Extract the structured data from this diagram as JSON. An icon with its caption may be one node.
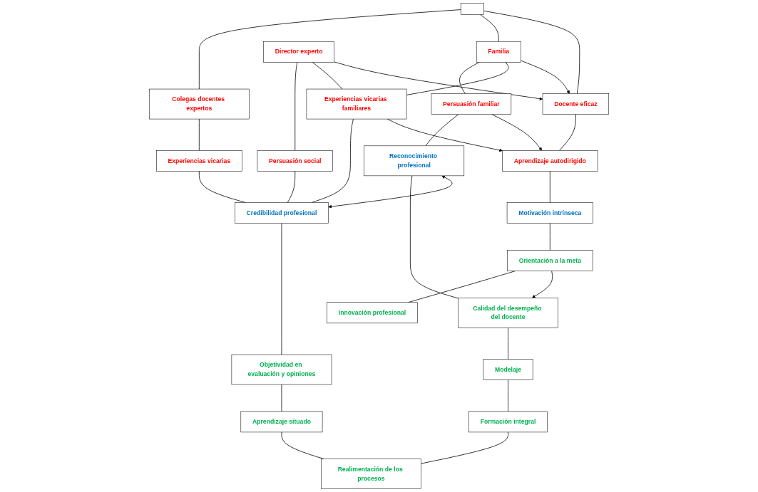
{
  "diagram": {
    "nodes": [
      {
        "text": [],
        "shape": "box"
      },
      {
        "text": [
          "Docente eficaz"
        ]
      },
      {
        "text": [
          "Familia"
        ]
      },
      {
        "text": [
          "Director experto"
        ]
      },
      {
        "text": [
          "Colegas docentes expertos"
        ]
      },
      {
        "text": [
          "Aprendizaje autodirigido"
        ]
      },
      {
        "text": [
          "Persuasión familiar"
        ]
      },
      {
        "text": [
          "Experiencias vicarias familiares"
        ]
      },
      {
        "text": [
          "Persuasión social"
        ]
      },
      {
        "text": [
          "Experiencias vicarias"
        ]
      },
      {
        "text": [
          "Motivación intrínseca"
        ]
      },
      {
        "text": [
          "Reconocimiento profesional"
        ]
      },
      {
        "text": [
          "Credibilidad profesional"
        ]
      },
      {
        "text": [
          "Orientación a la meta"
        ]
      },
      {
        "text": [
          "Calidad del desempeño del docente"
        ]
      },
      {
        "text": [
          "Objetividad en evaluación y opiniones"
        ]
      },
      {
        "text": [
          "Innovación profesional"
        ]
      },
      {
        "text": [
          "Modelaje"
        ]
      },
      {
        "text": [
          "Aprendizaje situado"
        ]
      },
      {
        "text": [
          "Formación integral"
        ]
      },
      {
        "text": [
          "Realimentación de los procesos"
        ]
      }
    ],
    "edges": [
      {
        "from": 0,
        "to": 1,
        "arrow": "none"
      },
      {
        "from": 0,
        "to": 2,
        "arrow": "none"
      },
      {
        "from": 0,
        "to": 4,
        "arrow": "none"
      },
      {
        "from": 3,
        "to": 1,
        "arrow": "to"
      },
      {
        "from": 2,
        "to": 1,
        "arrow": "to"
      },
      {
        "from": 2,
        "to": 7,
        "arrow": "none"
      },
      {
        "from": 3,
        "to": 7,
        "arrow": "none"
      },
      {
        "from": 3,
        "to": 8,
        "arrow": "none"
      },
      {
        "from": 4,
        "to": 9,
        "arrow": "none"
      },
      {
        "from": 1,
        "to": 5,
        "arrow": "none"
      },
      {
        "from": 2,
        "to": 6,
        "arrow": "none"
      },
      {
        "from": 6,
        "to": 5,
        "arrow": "to"
      },
      {
        "from": 7,
        "to": 5,
        "arrow": "to"
      },
      {
        "from": 5,
        "to": 10,
        "arrow": "none"
      },
      {
        "from": 6,
        "to": 11,
        "arrow": "none"
      },
      {
        "from": 7,
        "to": 12,
        "arrow": "none"
      },
      {
        "from": 8,
        "to": 12,
        "arrow": "none"
      },
      {
        "from": 9,
        "to": 12,
        "arrow": "none"
      },
      {
        "from": 11,
        "to": 12,
        "arrow": "both"
      },
      {
        "from": 10,
        "to": 13,
        "arrow": "none"
      },
      {
        "from": 13,
        "to": 14,
        "arrow": "to"
      },
      {
        "from": 13,
        "to": 16,
        "arrow": "none"
      },
      {
        "from": 11,
        "to": 14,
        "arrow": "none"
      },
      {
        "from": 12,
        "to": 15,
        "arrow": "none"
      },
      {
        "from": 14,
        "to": 17,
        "arrow": "none"
      },
      {
        "from": 15,
        "to": 18,
        "arrow": "none"
      },
      {
        "from": 17,
        "to": 19,
        "arrow": "none"
      },
      {
        "from": 18,
        "to": 20,
        "arrow": "none"
      },
      {
        "from": 19,
        "to": 20,
        "arrow": "none"
      }
    ]
  }
}
